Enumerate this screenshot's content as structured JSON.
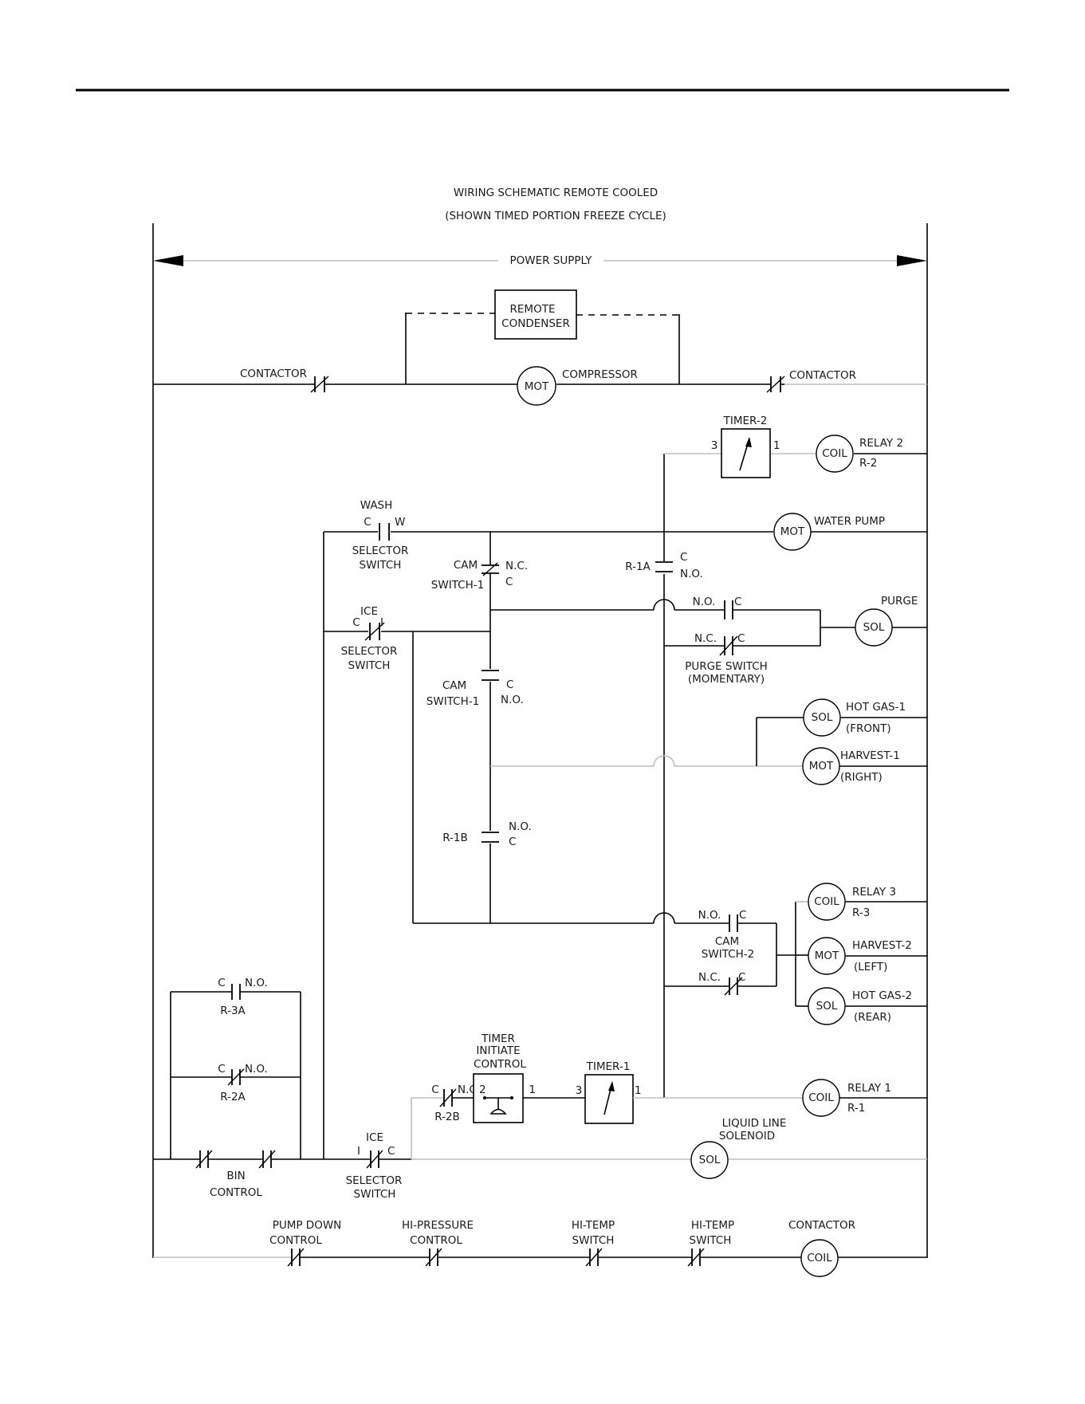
{
  "diagram": {
    "title": "WIRING SCHEMATIC REMOTE COOLED",
    "subtitle": "(SHOWN TIMED PORTION FREEZE CYCLE)",
    "power_supply": "POWER SUPPLY",
    "remote_condenser": [
      "REMOTE",
      "CONDENSER"
    ],
    "compressor": {
      "symbol": "MOT",
      "label": "COMPRESSOR"
    },
    "contactor_left": "CONTACTOR",
    "contactor_right": "CONTACTOR",
    "timer2": {
      "label": "TIMER-2",
      "pin_left": "3",
      "pin_right": "1"
    },
    "relay2": {
      "symbol": "COIL",
      "label": "RELAY 2",
      "sub": "R-2"
    },
    "wash_switch": {
      "label": "WASH",
      "c": "C",
      "w": "W",
      "sel1": "SELECTOR",
      "sel2": "SWITCH"
    },
    "water_pump": {
      "symbol": "MOT",
      "label": "WATER PUMP"
    },
    "cam_switch_nc": {
      "label1": "CAM",
      "label2": "SWITCH-1",
      "nc": "N.C.",
      "c": "C"
    },
    "r1a": {
      "label": "R-1A",
      "c": "C",
      "no": "N.O."
    },
    "ice_switch_top": {
      "label": "ICE",
      "c": "C",
      "i": "I",
      "sel1": "SELECTOR",
      "sel2": "SWITCH"
    },
    "purge_no": {
      "no": "N.O.",
      "c": "C"
    },
    "purge_nc": {
      "nc": "N.C.",
      "c": "C"
    },
    "purge_switch": {
      "label1": "PURGE SWITCH",
      "label2": "(MOMENTARY)"
    },
    "purge_sol": {
      "symbol": "SOL",
      "label": "PURGE"
    },
    "cam_switch_no": {
      "label1": "CAM",
      "label2": "SWITCH-1",
      "c": "C",
      "no": "N.O."
    },
    "hot_gas1": {
      "symbol": "SOL",
      "label": "HOT GAS-1",
      "sub": "(FRONT)"
    },
    "harvest1": {
      "symbol": "MOT",
      "label": "HARVEST-1",
      "sub": "(RIGHT)"
    },
    "r1b": {
      "label": "R-1B",
      "no": "N.O.",
      "c": "C"
    },
    "relay3": {
      "symbol": "COIL",
      "label": "RELAY 3",
      "sub": "R-3"
    },
    "cam_switch2_no": {
      "no": "N.O.",
      "c": "C",
      "label1": "CAM",
      "label2": "SWITCH-2"
    },
    "cam_switch2_nc": {
      "nc": "N.C.",
      "c": "C"
    },
    "harvest2": {
      "symbol": "MOT",
      "label": "HARVEST-2",
      "sub": "(LEFT)"
    },
    "hot_gas2": {
      "symbol": "SOL",
      "label": "HOT GAS-2",
      "sub": "(REAR)"
    },
    "r3a": {
      "c": "C",
      "no": "N.O.",
      "label": "R-3A"
    },
    "r2a": {
      "c": "C",
      "no": "N.O.",
      "label": "R-2A"
    },
    "timer_initiate": {
      "label1": "TIMER",
      "label2": "INITIATE",
      "label3": "CONTROL",
      "pin2": "2",
      "pin1": "1"
    },
    "timer1": {
      "label": "TIMER-1",
      "pin_left": "3",
      "pin_right": "1"
    },
    "r2b": {
      "c": "C",
      "no": "N.O.",
      "label": "R-2B"
    },
    "relay1": {
      "symbol": "COIL",
      "label": "RELAY 1",
      "sub": "R-1"
    },
    "liquid_line": {
      "label1": "LIQUID LINE",
      "label2": "SOLENOID",
      "symbol": "SOL"
    },
    "bin_control": {
      "label1": "BIN",
      "label2": "CONTROL"
    },
    "ice_switch_bottom": {
      "label": "ICE",
      "i": "I",
      "c": "C",
      "sel1": "SELECTOR",
      "sel2": "SWITCH"
    },
    "pump_down": {
      "label1": "PUMP DOWN",
      "label2": "CONTROL"
    },
    "hi_pressure": {
      "label1": "HI-PRESSURE",
      "label2": "CONTROL"
    },
    "hi_temp1": {
      "label1": "HI-TEMP",
      "label2": "SWITCH"
    },
    "hi_temp2": {
      "label1": "HI-TEMP",
      "label2": "SWITCH"
    },
    "contactor_coil": {
      "label": "CONTACTOR",
      "symbol": "COIL"
    }
  }
}
